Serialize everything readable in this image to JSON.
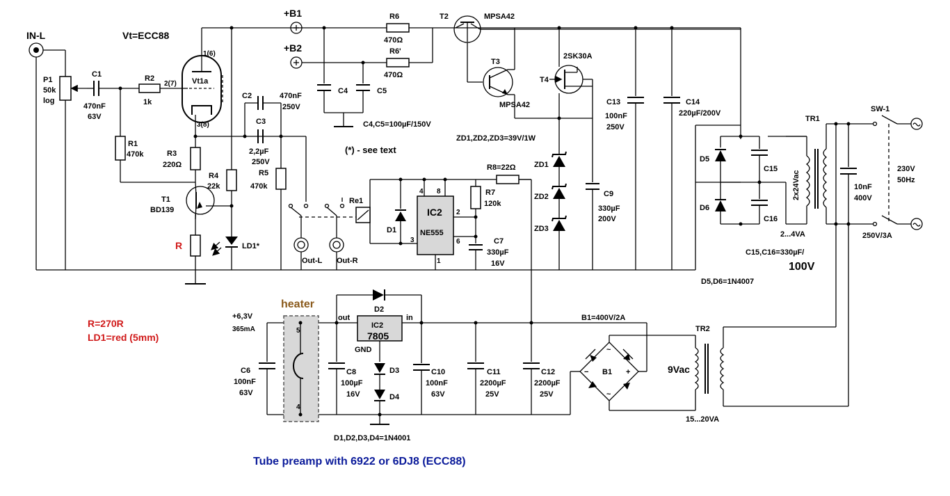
{
  "title": "Tube preamp with 6922 or 6DJ8 (ECC88)",
  "colors": {
    "ink": "#000000",
    "red": "#d01818",
    "brown": "#8a5a1c",
    "blue": "#0a1a9a",
    "heater_fill": "#d8d8d8"
  },
  "labels": {
    "in_l": "IN-L",
    "vt": "Vt=ECC88",
    "p1": "P1",
    "p1_val": "50k",
    "p1_taper": "log",
    "c1": "C1",
    "c1_val": "470nF",
    "c1_volt": "63V",
    "r2": "R2",
    "r2_val": "1k",
    "r1": "R1",
    "r1_val": "470k",
    "pin27": "2(7)",
    "pin16": "1(6)",
    "pin38": "3(8)",
    "vt1a": "Vt1a",
    "r3": "R3",
    "r3_val": "220Ω",
    "r4": "R4",
    "r4_val": "22k",
    "t1": "T1",
    "t1_type": "BD139",
    "r_mark": "R",
    "ld1": "LD1*",
    "c2": "C2",
    "c2_val": "470nF",
    "c2_volt": "250V",
    "c3": "C3",
    "c3_val": "2,2µF",
    "c3_volt": "250V",
    "r5": "R5",
    "r5_val": "470k",
    "b1_node": "+B1",
    "b2_node": "+B2",
    "r6": "R6",
    "r6_val": "470Ω",
    "r6p": "R6'",
    "r6p_val": "470Ω",
    "c4": "C4",
    "c5": "C5",
    "c45_val": "C4,C5=100µF/150V",
    "see_text": "(*) - see text",
    "t2": "T2",
    "t2_type": "MPSA42",
    "t3": "T3",
    "t3_type": "MPSA42",
    "t4": "T4",
    "t4_type": "2SK30A",
    "zd_val": "ZD1,ZD2,ZD3=39V/1W",
    "zd1": "ZD1",
    "zd2": "ZD2",
    "zd3": "ZD3",
    "c9": "C9",
    "c9_val": "330µF",
    "c9_volt": "200V",
    "c13": "C13",
    "c13_val": "100nF",
    "c13_volt": "250V",
    "c14": "C14",
    "c14_val": "220µF/200V",
    "re1": "Re1",
    "d1": "D1",
    "ic2": "IC2",
    "ne555": "NE555",
    "pin4": "4",
    "pin8": "8",
    "pin2": "2",
    "pin6": "6",
    "pin3": "3",
    "pin1": "1",
    "r7": "R7",
    "r7_val": "120k",
    "r8_val": "R8=22Ω",
    "c7": "C7",
    "c7_val": "330µF",
    "c7_volt": "16V",
    "out_l": "Out-L",
    "out_r": "Out-R",
    "tr1": "TR1",
    "d5": "D5",
    "d6": "D6",
    "c15": "C15",
    "c16": "C16",
    "tr1_sec": "2x24Vac",
    "tr1_va": "2...4VA",
    "c1516_val": "C15,C16=330µF/",
    "c1516_volt": "100V",
    "d56_val": "D5,D6=1N4007",
    "sw1": "SW-1",
    "cx_val": "10nF",
    "cx_volt": "400V",
    "mains": "230V",
    "mains_hz": "50Hz",
    "fuse": "250V/3A",
    "r_val": "R=270R",
    "ld1_val": "LD1=red (5mm)",
    "heater": "heater",
    "h6v": "+6,3V",
    "h_ma": "365mA",
    "h5": "5",
    "h4": "4",
    "out": "out",
    "in": "in",
    "gnd": "GND",
    "ic2b": "IC2",
    "v7805": "7805",
    "d2": "D2",
    "d3": "D3",
    "d4": "D4",
    "d14_val": "D1,D2,D3,D4=1N4001",
    "c6": "C6",
    "c6_val": "100nF",
    "c6_volt": "63V",
    "c8": "C8",
    "c8_val": "100µF",
    "c8_volt": "16V",
    "c10": "C10",
    "c10_val": "100nF",
    "c10_volt": "63V",
    "c11": "C11",
    "c11_val": "2200µF",
    "c11_volt": "25V",
    "c12": "C12",
    "c12_val": "2200µF",
    "c12_volt": "25V",
    "b1_val": "B1=400V/2A",
    "b1": "B1",
    "tr2": "TR2",
    "tr2_sec": "9Vac",
    "tr2_va": "15...20VA",
    "plus": "+",
    "minus": "−",
    "tilde": "~"
  }
}
